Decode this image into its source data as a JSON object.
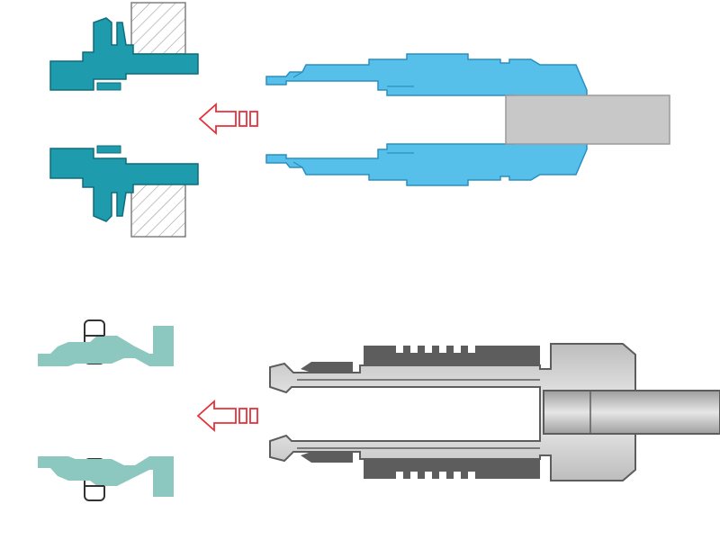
{
  "diagram": {
    "panels": [
      {
        "id": "top",
        "part_labels": [
          "socket-section-upper",
          "socket-section-lower",
          "plug-connector",
          "cable"
        ],
        "arrow_direction": "left"
      },
      {
        "id": "bottom",
        "part_labels": [
          "contact-clip-upper",
          "contact-clip-lower",
          "plug-connector",
          "cable"
        ],
        "arrow_direction": "left"
      }
    ]
  },
  "colors": {
    "socket_teal": "#1e9cae",
    "socket_outline": "#0f6d7c",
    "plug_blue": "#56c0ea",
    "plug_outline": "#2a8fc0",
    "cable_gray": "#c8c8c8",
    "cable_outline": "#9a9a9a",
    "clip_teal": "#8cc8c0",
    "metal_light": "#d9d9d9",
    "metal_dark": "#5d5d5d",
    "arrow_red": "#e8303a"
  }
}
